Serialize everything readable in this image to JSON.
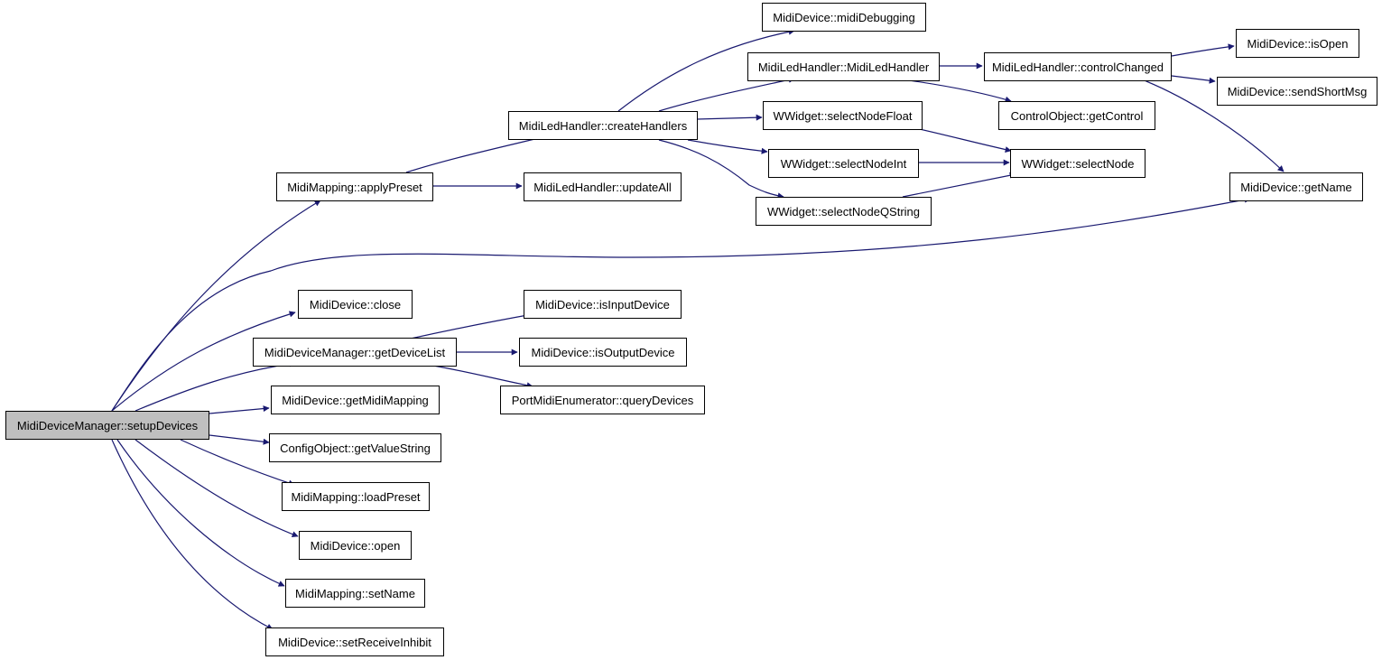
{
  "graph": {
    "colors": {
      "edge": "#191970",
      "root_fill": "#bfbfbf",
      "node_fill": "#ffffff",
      "border": "#000000"
    },
    "nodes": {
      "setupDevices": "MidiDeviceManager::setupDevices",
      "applyPreset": "MidiMapping::applyPreset",
      "close": "MidiDevice::close",
      "getDeviceList": "MidiDeviceManager::getDeviceList",
      "getMidiMapping": "MidiDevice::getMidiMapping",
      "getValueString": "ConfigObject::getValueString",
      "loadPreset": "MidiMapping::loadPreset",
      "open": "MidiDevice::open",
      "setName": "MidiMapping::setName",
      "setReceiveInhibit": "MidiDevice::setReceiveInhibit",
      "createHandlers": "MidiLedHandler::createHandlers",
      "updateAll": "MidiLedHandler::updateAll",
      "isInputDevice": "MidiDevice::isInputDevice",
      "isOutputDevice": "MidiDevice::isOutputDevice",
      "queryDevices": "PortMidiEnumerator::queryDevices",
      "midiDebugging": "MidiDevice::midiDebugging",
      "ledCtor": "MidiLedHandler::MidiLedHandler",
      "selectNodeFloat": "WWidget::selectNodeFloat",
      "selectNodeInt": "WWidget::selectNodeInt",
      "selectNodeQString": "WWidget::selectNodeQString",
      "controlChanged": "MidiLedHandler::controlChanged",
      "getControl": "ControlObject::getControl",
      "selectNode": "WWidget::selectNode",
      "isOpen": "MidiDevice::isOpen",
      "sendShortMsg": "MidiDevice::sendShortMsg",
      "getName": "MidiDevice::getName"
    }
  }
}
